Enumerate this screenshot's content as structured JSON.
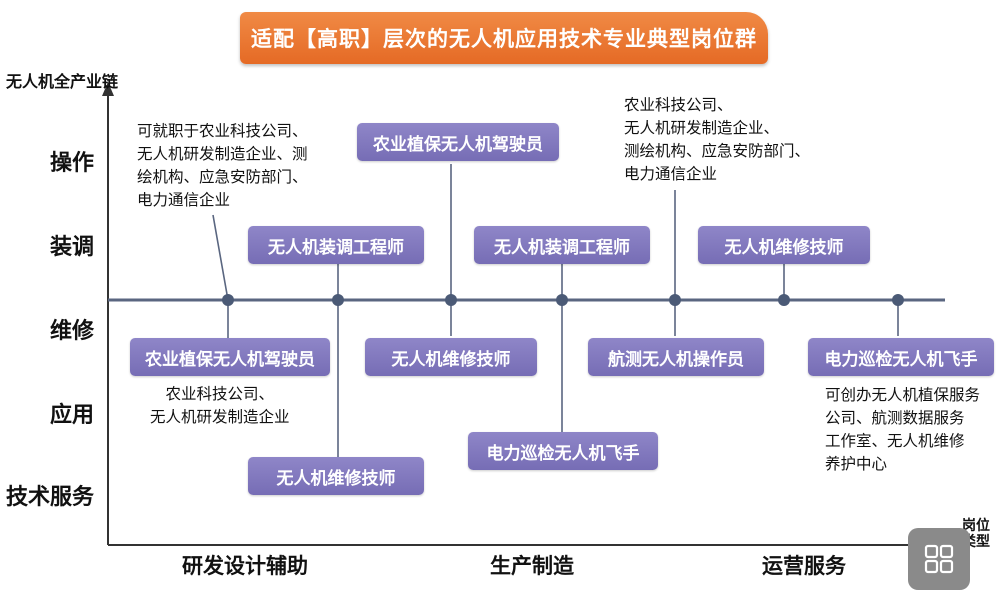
{
  "title": "适配【高职】层次的无人机应用技术专业典型岗位群",
  "y_axis": {
    "title": "无人机全产业链",
    "labels": [
      "操作",
      "装调",
      "维修",
      "应用",
      "技术服务"
    ]
  },
  "x_axis": {
    "title_line1": "岗位",
    "title_line2": "类型",
    "labels": [
      "研发设计辅助",
      "生产制造",
      "运营服务"
    ]
  },
  "boxes": {
    "b1": "农业植保无人机驾驶员",
    "b2": "无人机装调工程师",
    "b3": "无人机维修技师",
    "b4": "农业植保无人机驾驶员",
    "b5": "无人机维修技师",
    "b6": "无人机装调工程师",
    "b7": "电力巡检无人机飞手",
    "b8": "航测无人机操作员",
    "b9": "无人机维修技师",
    "b10": "电力巡检无人机飞手"
  },
  "notes": {
    "n1": [
      "可就职于农业科技公司、",
      "无人机研发制造企业、测",
      "绘机构、应急安防部门、",
      "电力通信企业"
    ],
    "n2": [
      "农业科技公司、",
      "无人机研发制造企业"
    ],
    "n3": [
      "农业科技公司、",
      "无人机研发制造企业、",
      "测绘机构、应急安防部门、",
      "电力通信企业"
    ],
    "n4": [
      "可创办无人机植保服务",
      "公司、航测数据服务",
      "工作室、无人机维修",
      "养护中心"
    ]
  },
  "icons": {
    "corner_button": "grid-icon"
  },
  "colors": {
    "banner": "#e56a25",
    "box": "#7d74bb",
    "line": "#5a6680",
    "node": "#4b5a76"
  }
}
